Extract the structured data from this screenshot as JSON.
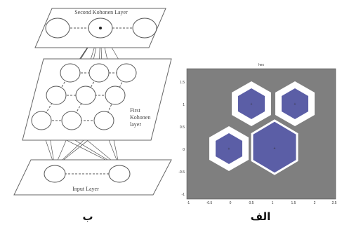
{
  "diagram_b": {
    "second_layer_label": "Second Kohonen Layer",
    "first_layer_label": [
      "First",
      "Kohonen",
      "layer"
    ],
    "input_layer_label": "Input Layer"
  },
  "plot_alef": {
    "title": "hex",
    "x_ticks": [
      "-1",
      "-0.5",
      "0",
      "0.5",
      "1",
      "1.5",
      "2",
      "2.5"
    ],
    "y_ticks": [
      "1.5",
      "1",
      "0.5",
      "0",
      "-0.5",
      "-1"
    ],
    "hexagon_fill": "#5b5ea6",
    "background": "#7f7f7f"
  },
  "captions": {
    "left": "ب",
    "right": "الف"
  }
}
